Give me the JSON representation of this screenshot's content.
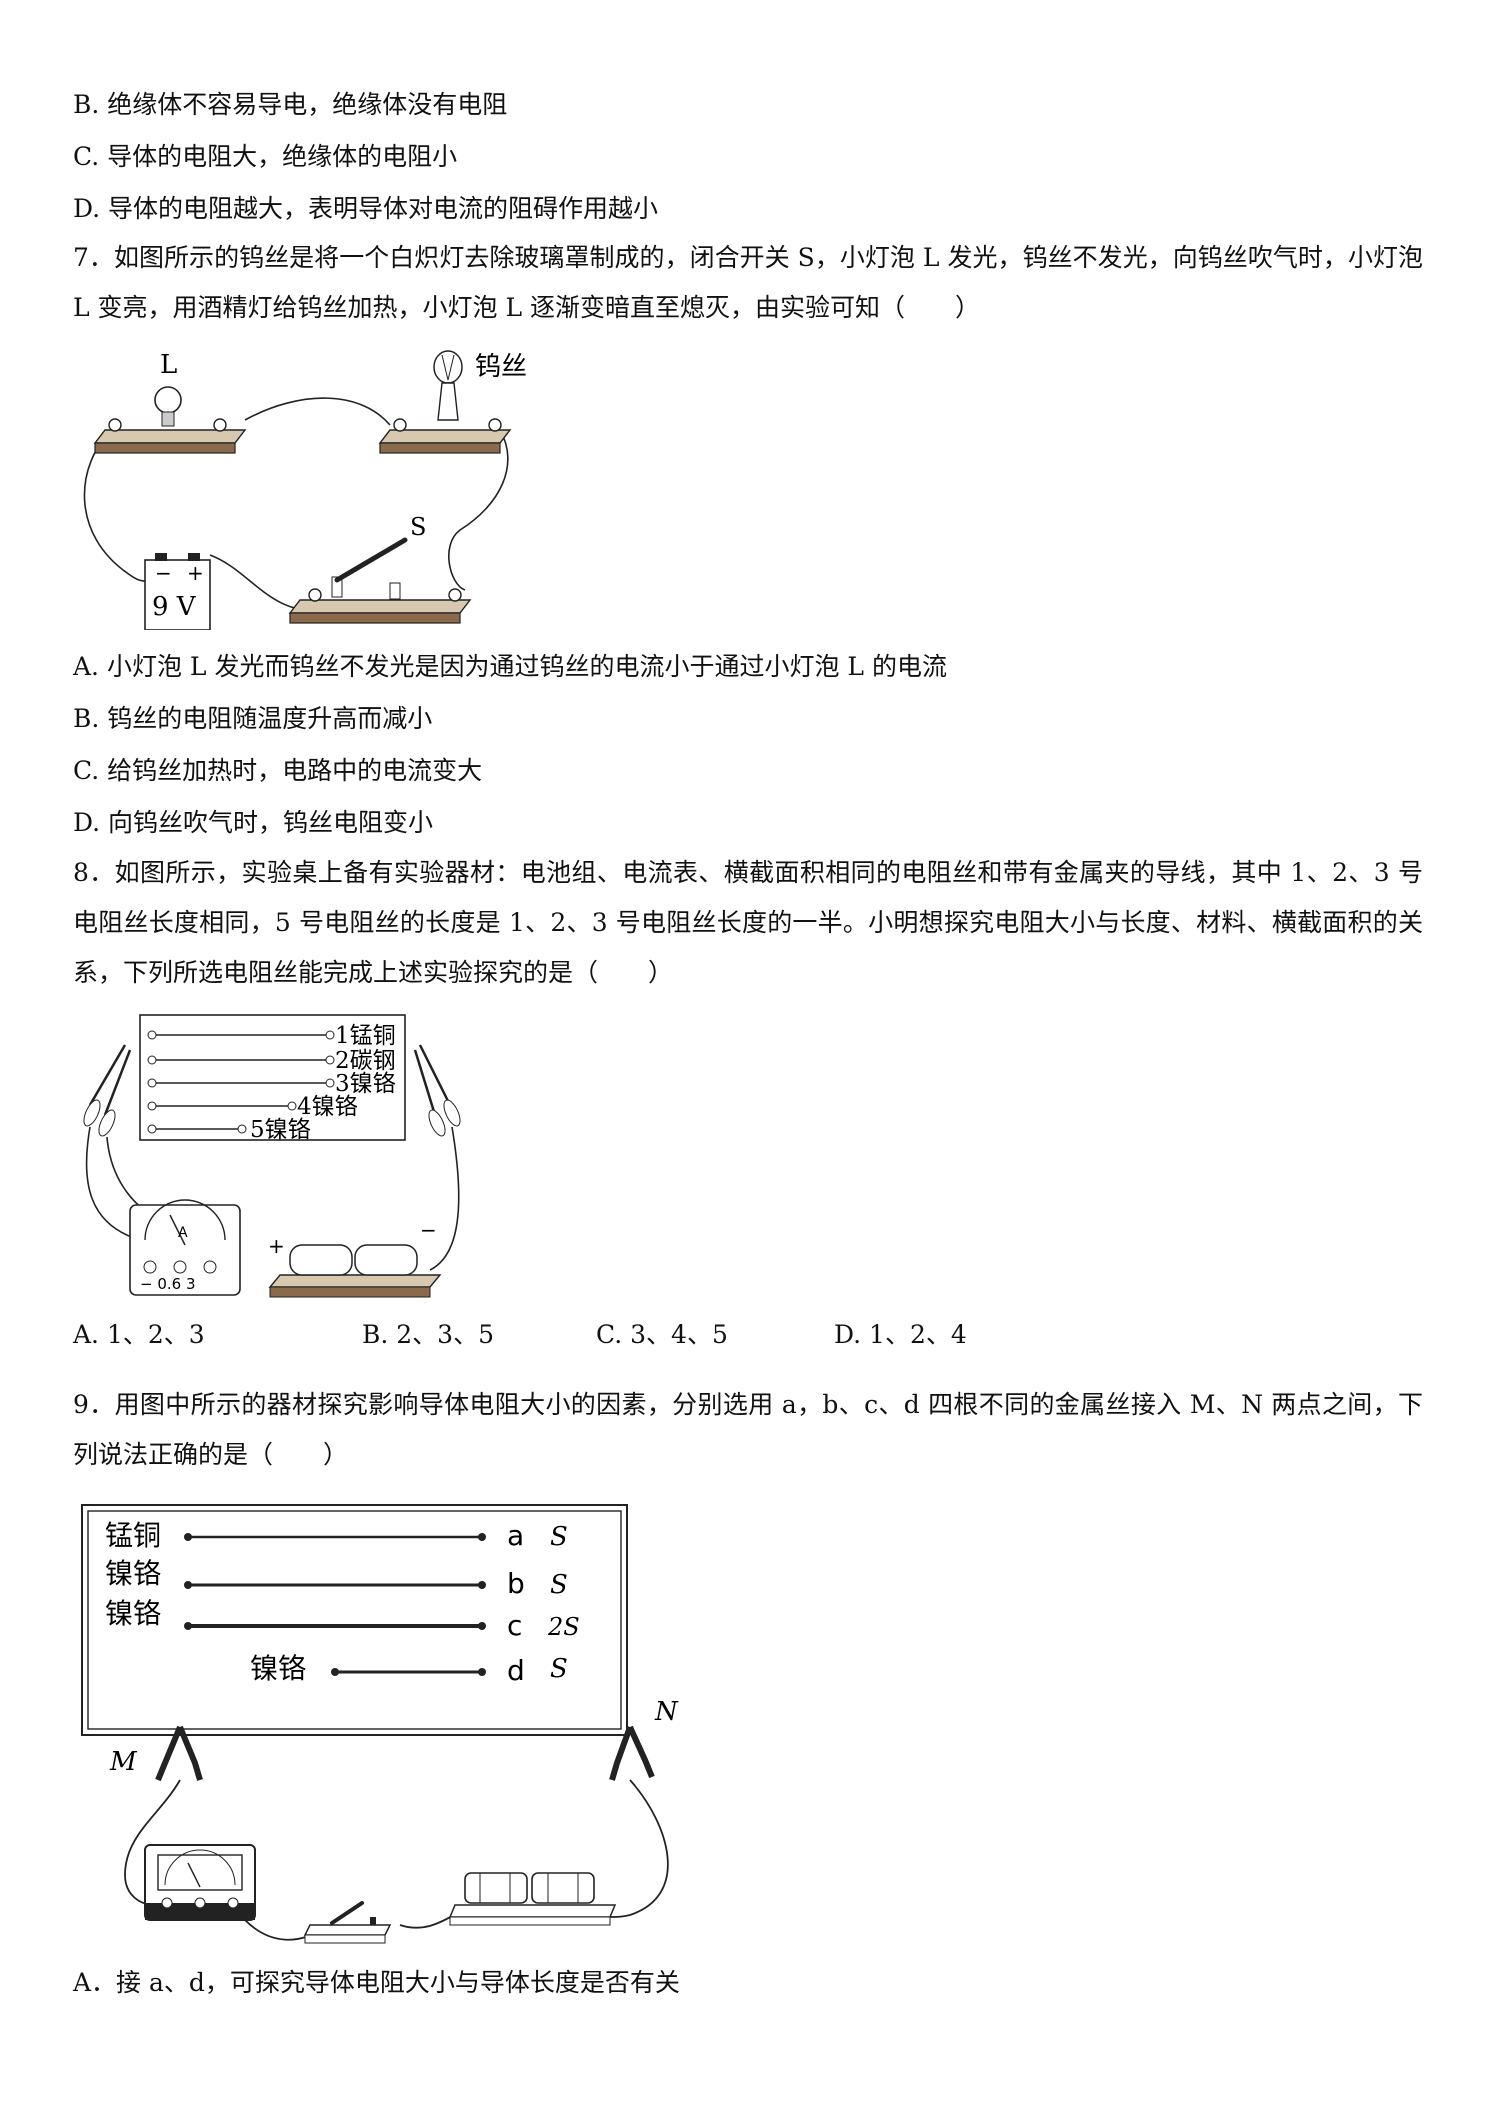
{
  "prev_options": {
    "B": "B. 绝缘体不容易导电，绝缘体没有电阻",
    "C": "C. 导体的电阻大，绝缘体的电阻小",
    "D": "D. 导体的电阻越大，表明导体对电流的阻碍作用越小"
  },
  "q7": {
    "stem": "7．如图所示的钨丝是将一个白炽灯去除玻璃罩制成的，闭合开关 S，小灯泡 L 发光，钨丝不发光，向钨丝吹气时，小灯泡 L 变亮，用酒精灯给钨丝加热，小灯泡 L 逐渐变暗直至熄灭，由实验可知（　　）",
    "figure": {
      "lamp_label": "L",
      "filament_label": "钨丝",
      "switch_label": "S",
      "battery_minus": "−",
      "battery_plus": "+",
      "battery_voltage": "9 V"
    },
    "options": [
      "A. 小灯泡 L 发光而钨丝不发光是因为通过钨丝的电流小于通过小灯泡 L 的电流",
      "B. 钨丝的电阻随温度升高而减小",
      "C. 给钨丝加热时，电路中的电流变大",
      "D. 向钨丝吹气时，钨丝电阻变小"
    ]
  },
  "q8": {
    "stem": "8．如图所示，实验桌上备有实验器材：电池组、电流表、横截面积相同的电阻丝和带有金属夹的导线，其中 1、2、3 号电阻丝长度相同，5 号电阻丝的长度是 1、2、3 号电阻丝长度的一半。小明想探究电阻大小与长度、材料、横截面积的关系，下列所选电阻丝能完成上述实验探究的是（　　）",
    "figure": {
      "wires": [
        "1锰铜",
        "2碳钢",
        "3镍铬",
        "4镍铬",
        "5镍铬"
      ],
      "ammeter_symbol": "A",
      "ammeter_terminals": "− 0.6 3",
      "battery_plus": "+",
      "battery_minus": "−"
    },
    "options": [
      "A. 1、2、3",
      "B. 2、3、5",
      "C. 3、4、5",
      "D. 1、2、4"
    ]
  },
  "q9": {
    "stem": "9．用图中所示的器材探究影响导体电阻大小的因素，分别选用 a，b、c、d 四根不同的金属丝接入 M、N 两点之间，下列说法正确的是（　　）",
    "figure": {
      "rows": [
        {
          "material": "锰铜",
          "letter": "a",
          "area": "S"
        },
        {
          "material": "镍铬",
          "letter": "b",
          "area": "S"
        },
        {
          "material": "镍铬",
          "letter": "c",
          "area": "2S"
        },
        {
          "material": "镍铬",
          "letter": "d",
          "area": "S"
        }
      ],
      "point_m": "M",
      "point_n": "N"
    },
    "options": [
      "A．接 a、d，可探究导体电阻大小与导体长度是否有关"
    ]
  },
  "colors": {
    "text": "#111111",
    "board_wood": "#8a6a4a",
    "wire": "#222222"
  }
}
